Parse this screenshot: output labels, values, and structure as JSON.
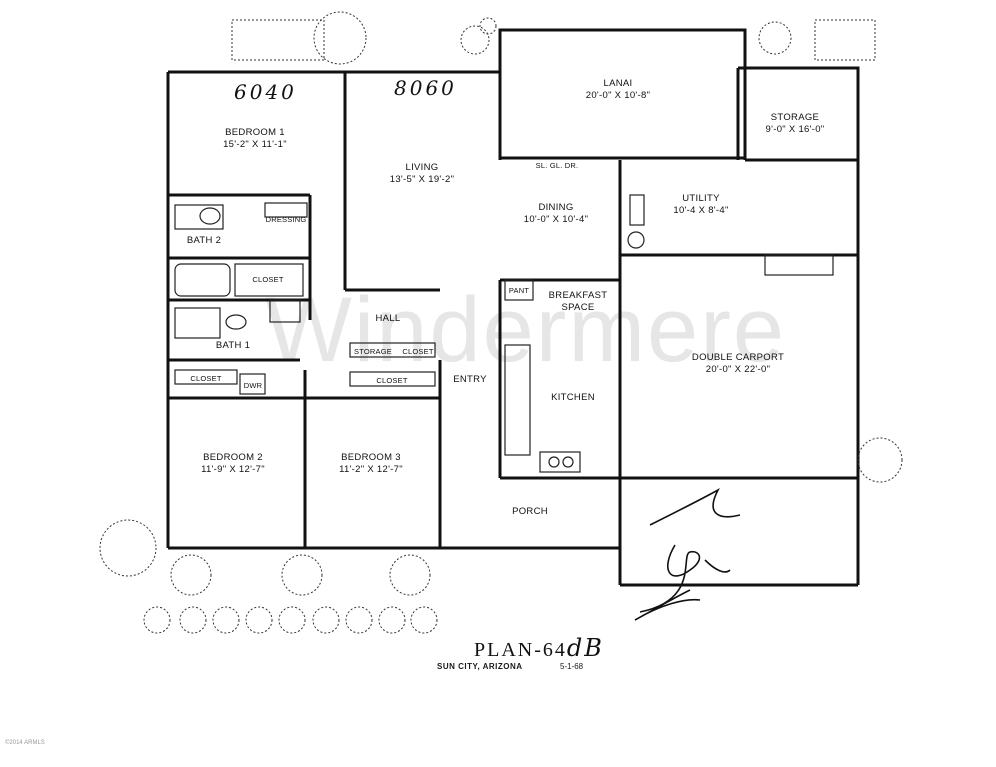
{
  "rooms": {
    "bedroom1": {
      "name": "BEDROOM 1",
      "dim": "15'-2\" X 11'-1\""
    },
    "living": {
      "name": "LIVING",
      "dim": "13'-5\" X 19'-2\""
    },
    "lanai": {
      "name": "LANAI",
      "dim": "20'-0\" X 10'-8\""
    },
    "storage_main": {
      "name": "STORAGE",
      "dim": "9'-0\" X 16'-0\""
    },
    "dining": {
      "name": "DINING",
      "dim": "10'-0\" X 10'-4\""
    },
    "utility": {
      "name": "UTILITY",
      "dim": "10'-4 X 8'-4\""
    },
    "carport": {
      "name": "DOUBLE CARPORT",
      "dim": "20'-0\" X 22'-0\""
    },
    "bedroom2": {
      "name": "BEDROOM 2",
      "dim": "11'-9\" X 12'-7\""
    },
    "bedroom3": {
      "name": "BEDROOM 3",
      "dim": "11'-2\" X 12'-7\""
    },
    "kitchen": {
      "name": "KITCHEN"
    },
    "breakfast": {
      "name": "BREAKFAST SPACE"
    },
    "hall": {
      "name": "HALL"
    },
    "entry": {
      "name": "ENTRY"
    },
    "porch": {
      "name": "PORCH"
    },
    "bath1": {
      "name": "BATH 1"
    },
    "bath2": {
      "name": "BATH 2"
    }
  },
  "small_labels": {
    "dressing": "DRESSING",
    "closet_bath2": "CLOSET",
    "closet_bed2": "CLOSET",
    "dwr": "DWR",
    "storage_hall": "STORAGE",
    "closet_hall": "CLOSET",
    "closet_bed3": "CLOSET",
    "pantry": "PANT",
    "sliding_door": "SL. GL. DR."
  },
  "handwritten": {
    "window_a": "6040",
    "window_b": "8060",
    "plan_suffix": "dB"
  },
  "plan": {
    "title": "PLAN-64",
    "location": "SUN CITY, ARIZONA",
    "date": "5-1-68"
  },
  "watermark": "Windermere",
  "copyright": "©2014 ARMLS",
  "colors": {
    "ink": "#111111",
    "watermark": "#e6e6e6",
    "paper": "#ffffff"
  }
}
